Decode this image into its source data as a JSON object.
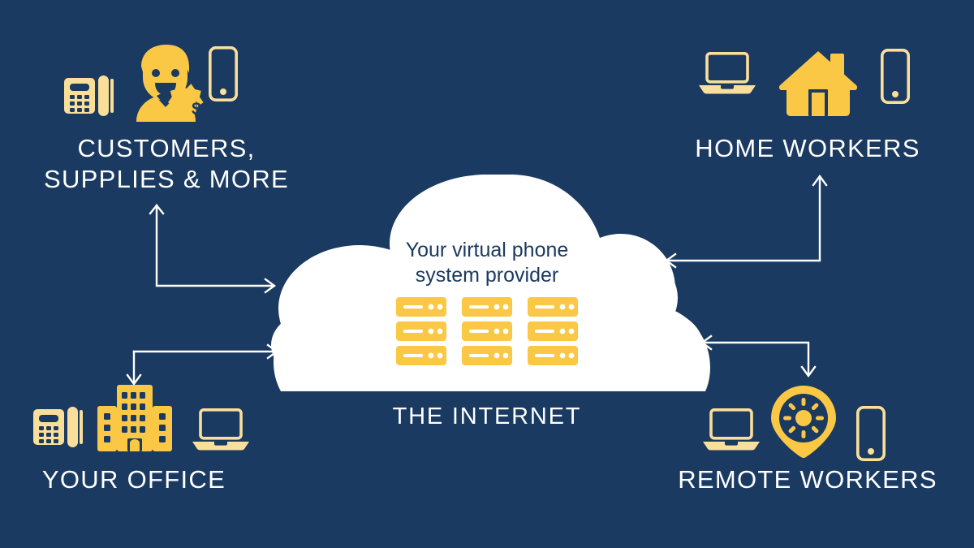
{
  "theme": {
    "background": "#1b3a61",
    "cloud_fill": "#ffffff",
    "accent_yellow": "#fac845",
    "light_yellow": "#fadf9b",
    "text_white": "#ffffff",
    "text_navy": "#1b3a61",
    "arrow_color": "#ffffff"
  },
  "cloud": {
    "title_line1": "Your virtual phone",
    "title_line2": "system provider",
    "title": "Your virtual phone\nsystem provider",
    "server_racks": 3,
    "server_units_per_rack": 3
  },
  "labels": {
    "internet": "THE INTERNET"
  },
  "nodes": [
    {
      "id": "customers",
      "label_line1": "CUSTOMERS,",
      "label_line2": "SUPPLIES & MORE",
      "label": "CUSTOMERS,\nSUPPLIES & MORE",
      "icons": [
        "desk-phone-icon",
        "customer-person-icon",
        "smartphone-icon"
      ]
    },
    {
      "id": "home-workers",
      "label": "HOME WORKERS",
      "icons": [
        "laptop-icon",
        "house-icon",
        "smartphone-icon"
      ]
    },
    {
      "id": "your-office",
      "label": "YOUR OFFICE",
      "icons": [
        "desk-phone-icon",
        "office-building-icon",
        "laptop-icon"
      ]
    },
    {
      "id": "remote-workers",
      "label": "REMOTE WORKERS",
      "icons": [
        "laptop-icon",
        "map-pin-sun-icon",
        "smartphone-icon"
      ]
    }
  ],
  "connectors": [
    {
      "id": "customers-to-cloud",
      "from": "customers",
      "to": "cloud",
      "direction": "bidirectional"
    },
    {
      "id": "office-to-cloud",
      "from": "your-office",
      "to": "cloud",
      "direction": "bidirectional"
    },
    {
      "id": "home-to-cloud",
      "from": "home-workers",
      "to": "cloud",
      "direction": "bidirectional"
    },
    {
      "id": "remote-to-cloud",
      "from": "remote-workers",
      "to": "cloud",
      "direction": "bidirectional"
    }
  ]
}
